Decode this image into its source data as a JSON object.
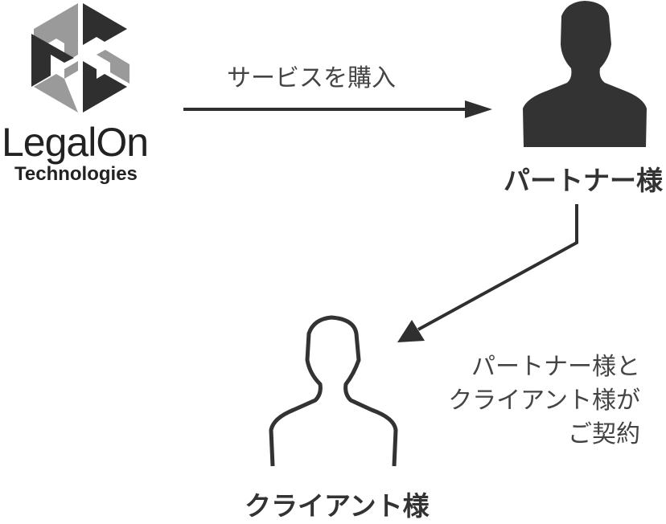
{
  "logo": {
    "name": "LegalOn",
    "sub": "Technologies"
  },
  "labels": {
    "purchase": "サービスを購入",
    "partner": "パートナー様",
    "client": "クライアント様",
    "contract_lines": [
      "パートナー様と",
      "クライアント様が",
      "ご契約"
    ]
  },
  "colors": {
    "dark": "#2f2f2f",
    "gray": "#9a9a9a"
  }
}
